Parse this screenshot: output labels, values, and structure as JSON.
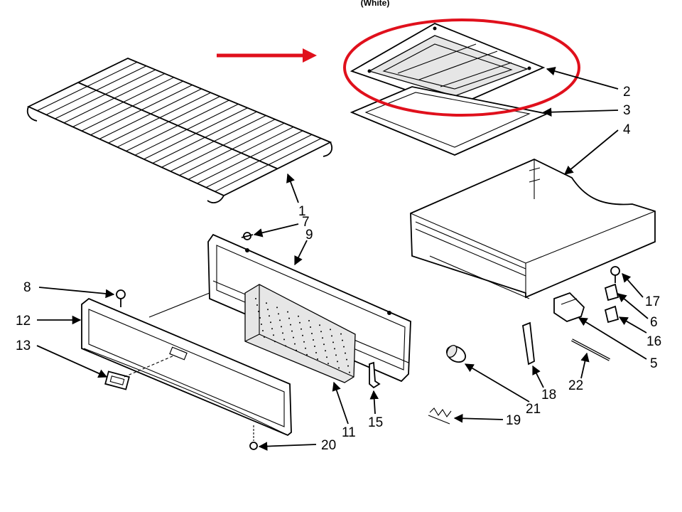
{
  "diagram": {
    "caption": "(White)",
    "highlight_color": "#e0101c",
    "callouts": {
      "p1": "1",
      "p2": "2",
      "p3": "3",
      "p4": "4",
      "p5": "5",
      "p6": "6",
      "p7": "7",
      "p8": "8",
      "p9": "9",
      "p11": "11",
      "p12": "12",
      "p13": "13",
      "p15": "15",
      "p16": "16",
      "p17": "17",
      "p18": "18",
      "p19": "19",
      "p20": "20",
      "p21": "21",
      "p22": "22"
    }
  }
}
